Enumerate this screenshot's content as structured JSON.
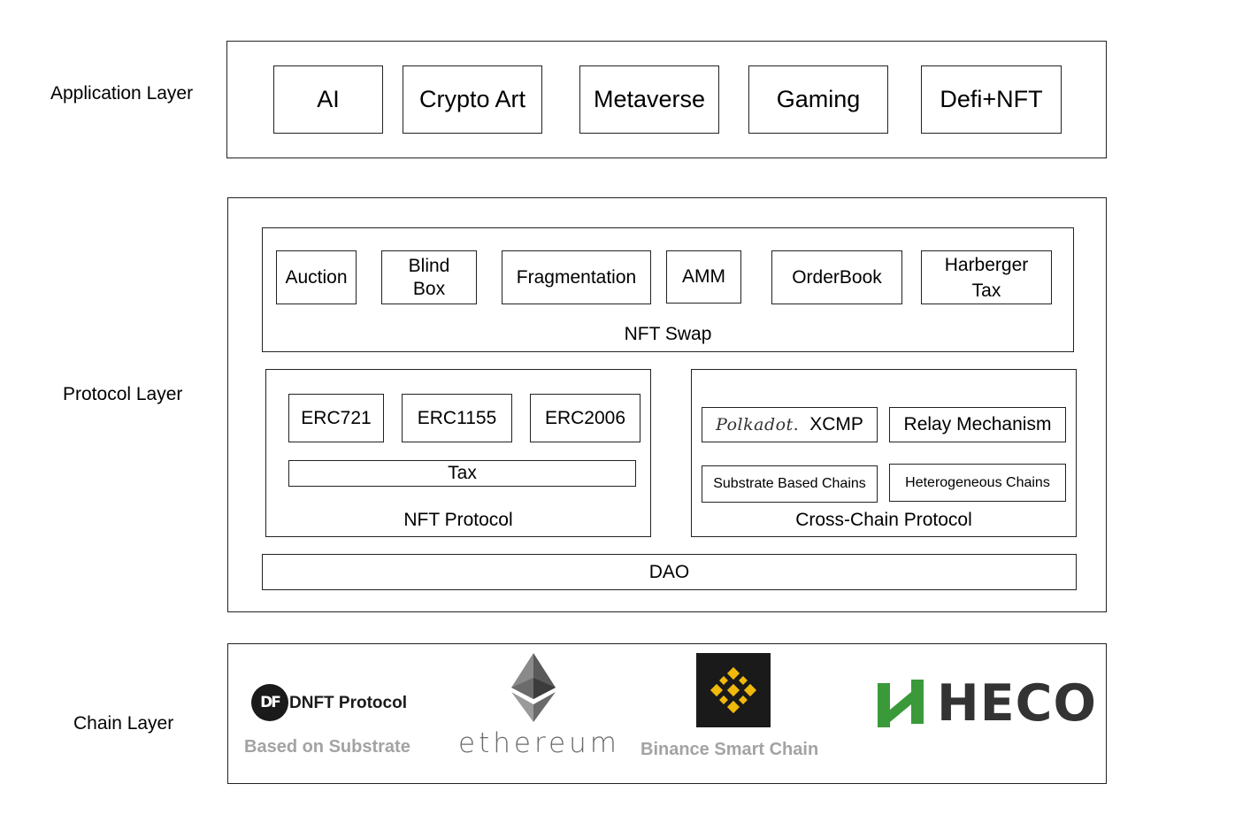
{
  "layers": {
    "application": "Application Layer",
    "protocol": "Protocol Layer",
    "chain": "Chain Layer"
  },
  "application": {
    "items": [
      "AI",
      "Crypto Art",
      "Metaverse",
      "Gaming",
      "Defi+NFT"
    ]
  },
  "protocol": {
    "nft_swap": {
      "title": "NFT Swap",
      "items": [
        "Auction",
        "Blind\nBox",
        "Fragmentation",
        "AMM",
        "OrderBook",
        "Harberger\nTax"
      ]
    },
    "nft_protocol": {
      "title": "NFT Protocol",
      "standards": [
        "ERC721",
        "ERC1155",
        "ERC2006"
      ],
      "tax": "Tax"
    },
    "cross_chain": {
      "title": "Cross-Chain Protocol",
      "polkadot_logo": "Polkadot.",
      "xcmp": "XCMP",
      "relay": "Relay Mechanism",
      "substrate": "Substrate Based Chains",
      "heterogeneous": "Heterogeneous Chains"
    },
    "dao": "DAO"
  },
  "chain": {
    "dnft": {
      "logo_text": "DNFT Protocol",
      "sub_bold": "Based",
      "sub_rest": " on Substrate"
    },
    "ethereum": {
      "logo_text": "ethereum"
    },
    "binance": {
      "logo_text": "Binance Smart Chain"
    },
    "heco": {
      "logo_text": "HECO"
    }
  },
  "colors": {
    "border": "#222222",
    "muted_text": "#a3a3a3",
    "heco_green": "#3a9a3a",
    "binance_yellow": "#f0b90b"
  }
}
